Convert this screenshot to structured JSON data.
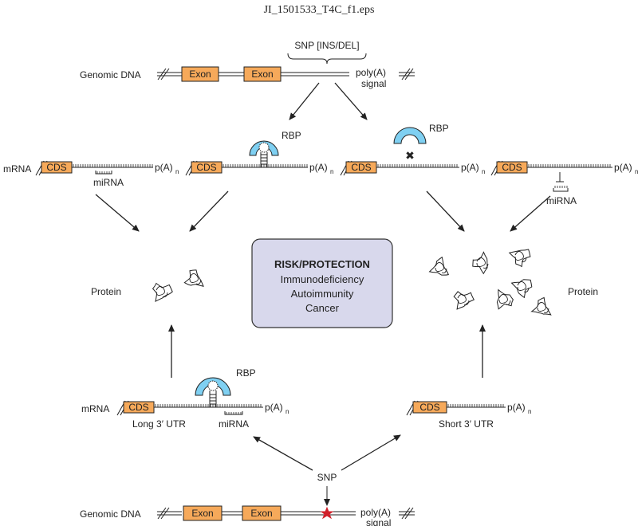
{
  "file_title": "JI_1501533_T4C_f1.eps",
  "top": {
    "genomic_label": "Genomic DNA",
    "exon1": "Exon",
    "exon2": "Exon",
    "snp_label": "SNP [INS/DEL]",
    "polya_line1": "poly(A)",
    "polya_line2": "signal"
  },
  "mrna_row": {
    "mrna_label": "mRNA",
    "cds": "CDS",
    "polya": "p(A)",
    "polya_sub": "n",
    "mirna": "miRNA",
    "rbp": "RBP"
  },
  "center_box": {
    "title": "RISK/PROTECTION",
    "line1": "Immunodeficiency",
    "line2": "Autoimmunity",
    "line3": "Cancer"
  },
  "left_protein_label": "Protein",
  "right_protein_label": "Protein",
  "bottom": {
    "mrna_label": "mRNA",
    "cds": "CDS",
    "long_utr": "Long 3′ UTR",
    "short_utr": "Short 3′ UTR",
    "mirna": "miRNA",
    "rbp": "RBP",
    "polya": "p(A)",
    "polya_sub": "n",
    "snp_label": "SNP",
    "genomic_label": "Genomic DNA",
    "exon1": "Exon",
    "exon2": "Exon",
    "polya_line1": "poly(A)",
    "polya_line2": "signal"
  },
  "colors": {
    "exon_fill": "#f6a95a",
    "rbp_fill": "#7fd0f2",
    "box_fill": "#d8d8ec",
    "snp_star": "#d0202a"
  }
}
